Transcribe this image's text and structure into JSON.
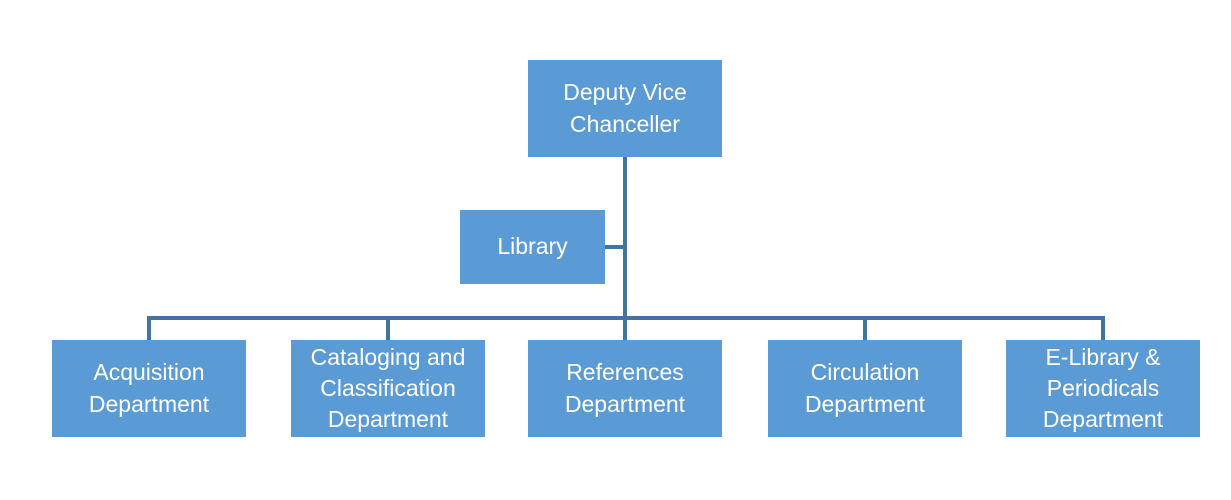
{
  "org_chart": {
    "root": {
      "label": "Deputy Vice Chanceller"
    },
    "side_node": {
      "label": "Library"
    },
    "departments": [
      {
        "label": "Acquisition Department"
      },
      {
        "label": "Cataloging and Classification Department"
      },
      {
        "label": "References Department"
      },
      {
        "label": "Circulation Department"
      },
      {
        "label": "E-Library & Periodicals Department"
      }
    ]
  },
  "colors": {
    "node_fill": "#5B9BD5",
    "node_text": "#FFFFFF",
    "connector": "#44739E",
    "background": "#FFFFFF"
  }
}
